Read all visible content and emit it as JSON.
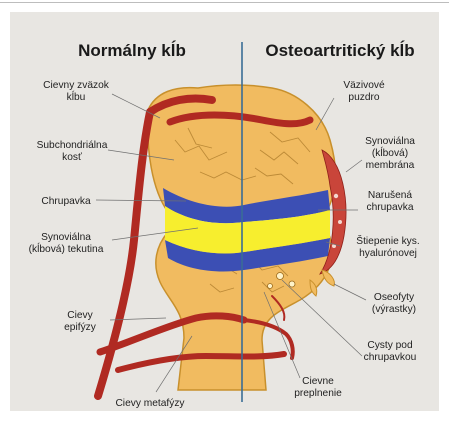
{
  "titles": {
    "normal": "Normálny kĺb",
    "osteo": "Osteoartritický kĺb"
  },
  "labels": {
    "vessel_bundle": [
      "Cievny zväzok",
      "kĺbu"
    ],
    "subchondral": [
      "Subchondriálna",
      "kosť"
    ],
    "cartilage": [
      "Chrupavka"
    ],
    "synovial_fluid": [
      "Synoviálna",
      "(kĺbová) tekutina"
    ],
    "epiphysis_vessels": [
      "Cievy",
      "epifýzy"
    ],
    "metaphysis_vessels": [
      "Cievy metafýzy"
    ],
    "fibrous_capsule": [
      "Väzivové",
      "puzdro"
    ],
    "synovial_membrane": [
      "Synoviálna",
      "(kĺbová)",
      "membrána"
    ],
    "damaged_cartilage": [
      "Narušená",
      "chrupavka"
    ],
    "hyaluronic_split": [
      "Štiepenie kys.",
      "hyalurónovej"
    ],
    "osteophytes": [
      "Oseofyty",
      "(výrastky)"
    ],
    "cysts": [
      "Cysty pod",
      "chrupavkou"
    ],
    "vascular_congestion": [
      "Cievne",
      "preplnenie"
    ]
  },
  "colors": {
    "panel": "#e8e6e2",
    "bone": "#f1bb60",
    "cartilage": "#3c4fb4",
    "fluid": "#f7ee2e",
    "vessel": "#b02a22",
    "divider": "#3a6d96"
  }
}
